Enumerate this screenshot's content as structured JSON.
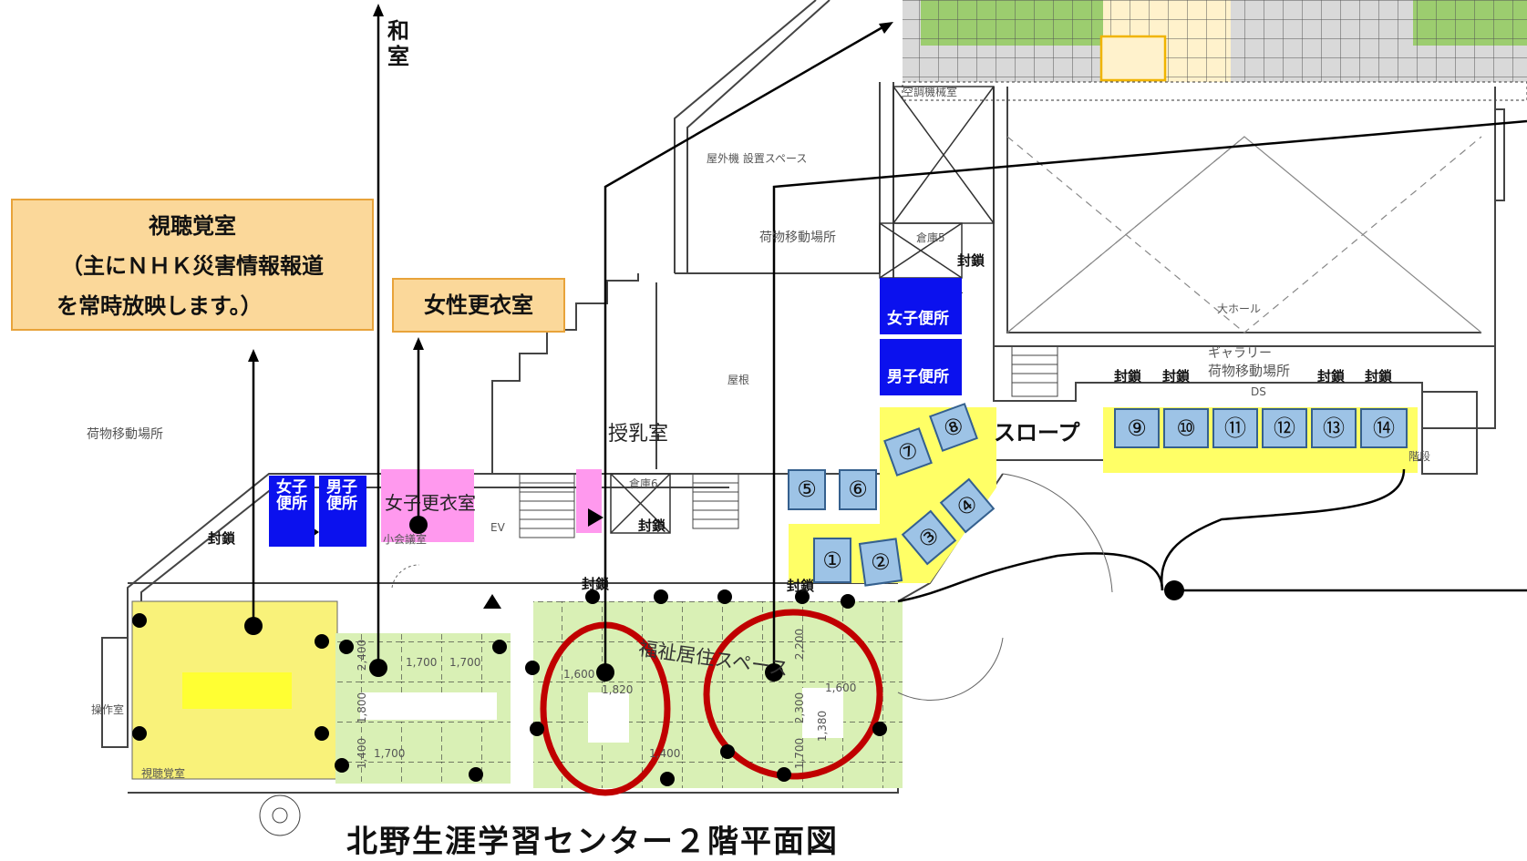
{
  "title": "北野生涯学習センター２階平面図",
  "callouts": {
    "av_room": {
      "line1": "視聴覚室",
      "line2": "（主にＮＨＫ災害情報報道",
      "line3": "を常時放映します。）"
    },
    "women_changing": "女性更衣室",
    "japanese_room": "和\n室"
  },
  "labels": {
    "slope": "スロープ",
    "nursing_room": "授乳室",
    "womens_wc": "女子便所",
    "mens_wc": "男子便所",
    "womens_wc_small_1": "女子",
    "womens_wc_small_2": "便所",
    "mens_wc_small_1": "男子",
    "mens_wc_small_2": "便所",
    "changing_room": "女子更衣室",
    "cargo_left": "荷物移動場所",
    "cargo_top": "荷物移動場所",
    "outdoor_unit": "屋外機 設置スペース",
    "roof": "屋根",
    "big_hall": "大ホール",
    "gallery": "ギャラリー",
    "gallery_cargo": "荷物移動場所",
    "storage5": "倉庫5",
    "storage6": "倉庫6",
    "ev": "EV",
    "ds": "DS",
    "av_room_plan": "視聴覚室",
    "operation_room": "操作室",
    "living_space": "福祉居住スペース",
    "stairs": "階段",
    "air_duct": "空調機械室",
    "small_meeting": "小会議室",
    "sealed": "封鎖"
  },
  "dims": [
    "2,400",
    "1,700",
    "1,700",
    "1,800",
    "1,400",
    "1,700",
    "1,600",
    "1,820",
    "1,400",
    "2,200",
    "2,300",
    "1,600",
    "1,700",
    "1,380"
  ],
  "booths": [
    "①",
    "②",
    "③",
    "④",
    "⑤",
    "⑥",
    "⑦",
    "⑧",
    "⑨",
    "⑩",
    "⑪",
    "⑫",
    "⑬",
    "⑭"
  ],
  "colors": {
    "callout_fill": "#fbd89a",
    "callout_border": "#e8a33a",
    "highlight_yellow": "#ffff66",
    "av_yellow": "#f9f27a",
    "tatami_green": "#d9f0b5",
    "booth_blue": "#9dc3e6",
    "wc_blue": "#0b11ee",
    "changing_pink": "#ff99ee",
    "circle_red": "#c00000"
  }
}
